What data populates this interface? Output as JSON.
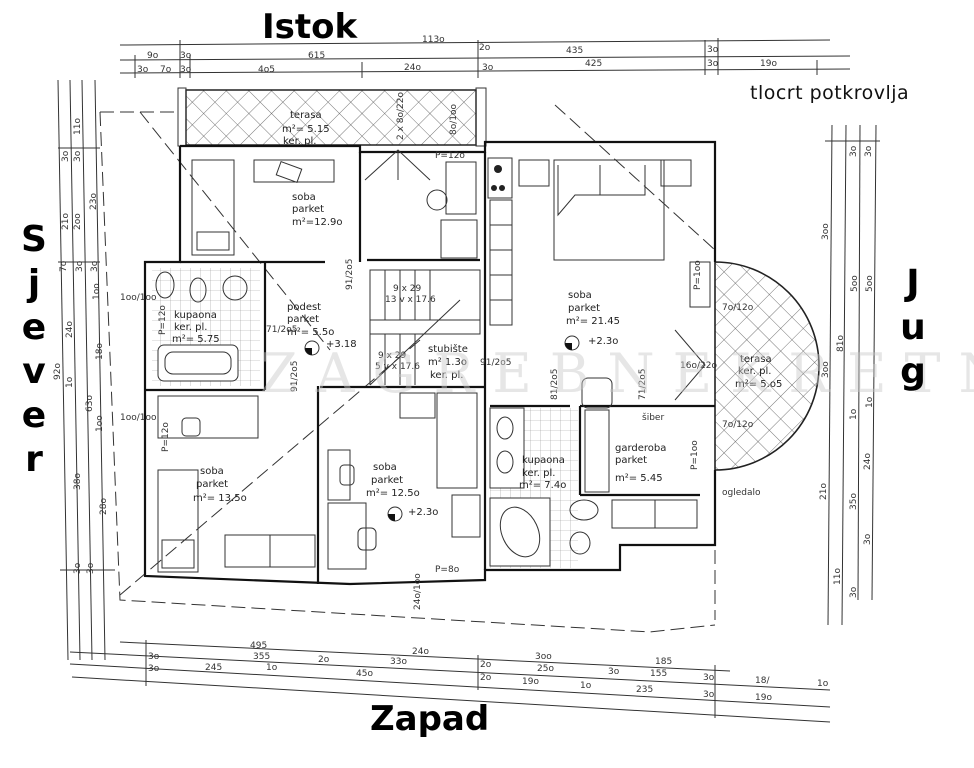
{
  "directions": {
    "north": "Sjever",
    "east": "Istok",
    "south": "Jug",
    "west": "Zapad"
  },
  "plan_title": "tlocrt potkrovlja",
  "watermark": "ZAGREBNEKRETNINE",
  "rooms": [
    {
      "id": "terasa-istok",
      "name": "terasa",
      "floor": "ker. pl.",
      "area": "m²= 5.15"
    },
    {
      "id": "soba-1",
      "name": "soba",
      "floor": "parket",
      "area": "m²=12.9o"
    },
    {
      "id": "kupaona-1",
      "name": "kupaona",
      "floor": "ker. pl.",
      "area": "m²= 5.75"
    },
    {
      "id": "podest",
      "name": "podest",
      "floor": "parket",
      "area": "m²= 5.5o",
      "level": "+3.18"
    },
    {
      "id": "stubiste",
      "name": "stubište",
      "floor": "ker. pl.",
      "area": "m² 1.3o"
    },
    {
      "id": "soba-2",
      "name": "soba",
      "floor": "parket",
      "area": "m²= 21.45",
      "level": "+2.3o"
    },
    {
      "id": "terasa-jug",
      "name": "terasa",
      "floor": "ker. pl.",
      "area": "m²= 5.o5"
    },
    {
      "id": "soba-3",
      "name": "soba",
      "floor": "parket",
      "area": "m²= 13.5o"
    },
    {
      "id": "soba-4",
      "name": "soba",
      "floor": "parket",
      "area": "m²= 12.5o",
      "level": "+2.3o"
    },
    {
      "id": "kupaona-2",
      "name": "kupaona",
      "floor": "ker. pl.",
      "area": "m²= 7.4o"
    },
    {
      "id": "garderoba",
      "name": "garderoba",
      "floor": "parket",
      "area": "m²= 5.45"
    }
  ],
  "annotations": {
    "stairs_upper": "9 x 29",
    "stairs_upper_2": "13 v x 17.6",
    "stairs_lower": "9 x 29",
    "stairs_lower_2": "5 v x 17.6",
    "p_120_top": "P=12o",
    "p_120_left": "P=12o",
    "p_100_right": "P=1oo",
    "p_100_gard": "P=1oo",
    "p_80": "P=8o",
    "p_120_kup": "P=12o",
    "siber": "šiber",
    "ogledalo": "ogledalo",
    "door_91_205_a": "91/2o5",
    "door_91_205_b": "91/2o5",
    "door_91_205_c": "91/2o5",
    "door_71_205_a": "71/2o5",
    "door_81_205": "81/2o5",
    "door_71_205_b": "71/2o5",
    "win_160_220": "16o/22o",
    "win_70_120_a": "7o/12o",
    "win_70_120_b": "7o/12o",
    "win_100_100_a": "1oo/1oo",
    "win_100_100_b": "1oo/1oo",
    "win_2x80_220": "2 x 8o/22o",
    "win_80_100": "8o/1oo",
    "win_240_100": "24o/1oo"
  },
  "dimensions": {
    "top": {
      "row1": [
        "113o"
      ],
      "row2": [
        "9o",
        "3o",
        "615",
        "2o",
        "435",
        "3o"
      ],
      "row3": [
        "3o",
        "7o",
        "3o",
        "4o5",
        "24o",
        "3o",
        "425",
        "3o",
        "19o"
      ]
    },
    "bottom": {
      "row1": [
        "495",
        "24o",
        "3oo",
        "185"
      ],
      "row2": [
        "3o",
        "355",
        "2o",
        "33o",
        "2o",
        "25o",
        "3o",
        "155",
        "3o",
        "18/",
        "1o"
      ],
      "row3": [
        "3o",
        "245",
        "1o",
        "45o",
        "2o",
        "19o",
        "1o",
        "235",
        "3o",
        "19o"
      ]
    },
    "left": {
      "col1": [
        "3o",
        "21o",
        "7o",
        "24o",
        "92o",
        "1o",
        "38o",
        "3o"
      ],
      "col2": [
        "3o",
        "2oo",
        "3o",
        "63o"
      ],
      "col3": [
        "11o",
        "23o",
        "3o",
        "1oo",
        "18o",
        "1oo",
        "28o",
        "3o"
      ]
    },
    "right": {
      "col1": [
        "3oo",
        "81o",
        "3oo",
        "21o",
        "11o"
      ],
      "col2": [
        "3o",
        "5oo",
        "1o",
        "35o",
        "3o"
      ],
      "col3": [
        "3o",
        "5oo",
        "1o",
        "24o",
        "3o"
      ]
    }
  }
}
